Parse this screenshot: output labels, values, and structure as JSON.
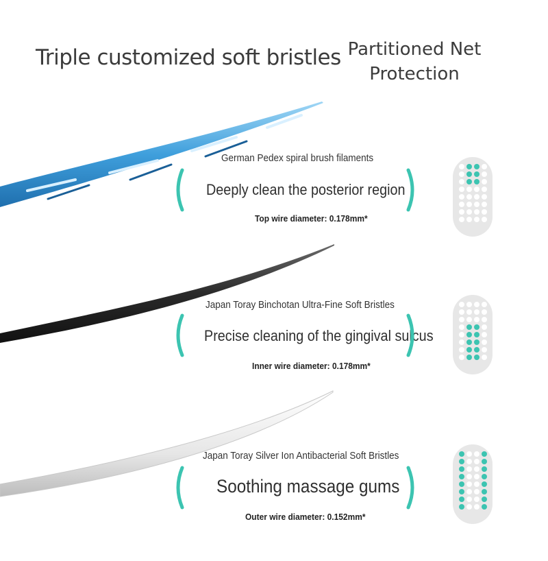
{
  "header": {
    "title": "Triple customized soft bristles",
    "side_title": "Partitioned Net Protection"
  },
  "accent_color": "#3cc4b1",
  "rows": [
    {
      "material": "German Pedex spiral brush filaments",
      "benefit": "Deeply clean the posterior region",
      "spec": "Top wire diameter: 0.178mm*",
      "bristle_color": "#4aa8e0",
      "zone": "top"
    },
    {
      "material": "Japan Toray Binchotan Ultra-Fine Soft Bristles",
      "benefit": "Precise cleaning of the gingival sulcus",
      "spec": "Inner wire diameter: 0.178mm*",
      "bristle_color": "#2e2e2e",
      "zone": "inner"
    },
    {
      "material": "Japan Toray Silver Ion Antibacterial Soft Bristles",
      "benefit": "Soothing massage gums",
      "spec": "Outer wire diameter: 0.152mm*",
      "bristle_color": "#e9e9e9",
      "zone": "outer"
    }
  ]
}
